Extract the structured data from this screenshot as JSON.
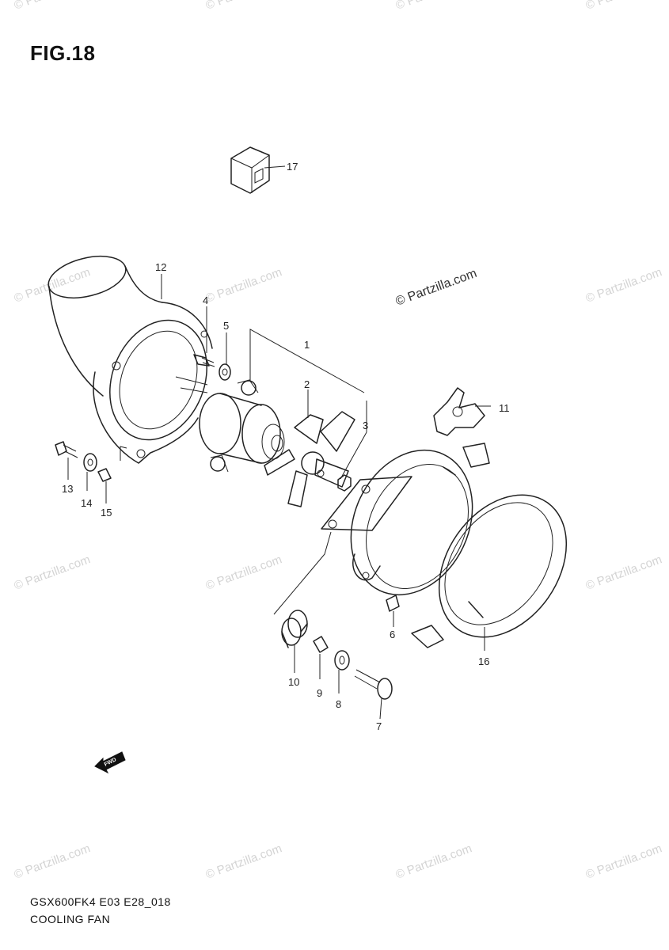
{
  "figure": {
    "title": "FIG.18"
  },
  "watermark": {
    "text": "© Partzilla.com"
  },
  "fwd_label": "FWD",
  "callouts": [
    "1",
    "2",
    "3",
    "4",
    "5",
    "6",
    "7",
    "8",
    "9",
    "10",
    "11",
    "12",
    "13",
    "14",
    "15",
    "16",
    "17"
  ],
  "footer": {
    "model_code": "GSX600FK4 E03 E28_018",
    "section_name": "COOLING FAN"
  }
}
